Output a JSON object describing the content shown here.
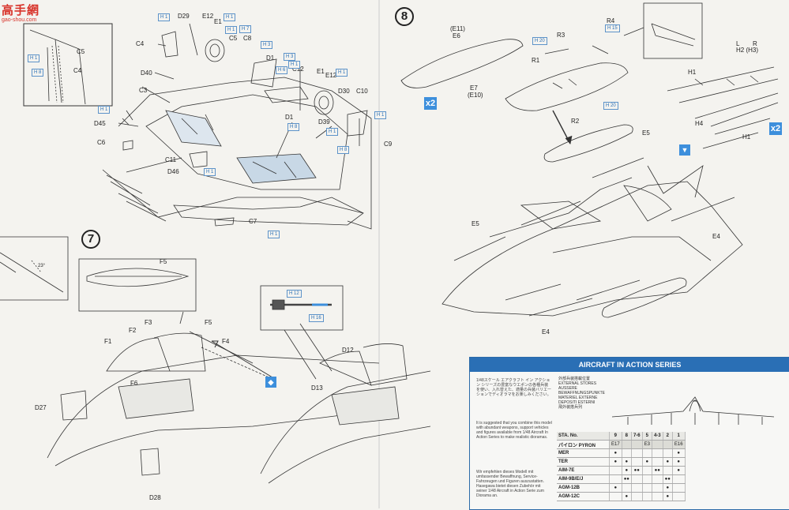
{
  "logo": {
    "text": "高手網",
    "url": "gao-shou.com"
  },
  "steps": [
    "7",
    "8"
  ],
  "labels": {
    "d29": "D29",
    "e12a": "E12",
    "e1a": "E1",
    "c5a": "C5",
    "c8": "C8",
    "c4a": "C4",
    "c5b": "C5",
    "c4b": "C4",
    "d40": "D40",
    "d1a": "D1",
    "c3": "C3",
    "c12": "C12",
    "e1b": "E1",
    "e12b": "E12",
    "d30": "D30",
    "c10": "C10",
    "d45": "D45",
    "d1b": "D1",
    "d39": "D39",
    "c6": "C6",
    "c9": "C9",
    "c11": "C11",
    "d46": "D46",
    "c7": "C7",
    "angle": "23°",
    "f5a": "F5",
    "f5b": "F5",
    "f2": "F2",
    "f3": "F3",
    "f1": "F1",
    "f4": "F4",
    "f6": "F6",
    "d27": "D27",
    "d28": "D28",
    "d12": "D12",
    "d13": "D13",
    "e11": "(E11)",
    "e6": "E6",
    "e7": "E7",
    "e10": "(E10)",
    "r3": "R3",
    "r4": "R4",
    "r1": "R1",
    "r2": "R2",
    "l": "L",
    "r": "R",
    "h2": "H2 (H3)",
    "h1a": "H1",
    "h1b": "H1",
    "h4": "H4",
    "e5a": "E5",
    "e5b": "E5",
    "e4a": "E4",
    "e4b": "E4"
  },
  "blue_tags": {
    "h1": "H 1",
    "h3": "H 3",
    "h8": "H 8",
    "h12": "H 12",
    "h15": "H 15",
    "h16": "H 16",
    "h20": "H 20",
    "h7": "H 7",
    "h6": "H 6"
  },
  "x2": "x2",
  "aia": {
    "title": "AIRCRAFT IN ACTION SERIES",
    "jp_text": "1/48スケール エアクラフト イン アクション シリーズの豊富なウエポンの各種兵装を使い、入れ替えた、適量の兵装バリエーションでディオラマをお楽しみください。",
    "stores_lines": [
      "外部兵装搭載位置",
      "EXTERNAL STORES",
      "AUSSERE",
      "BEWAFFNUNGSPUNKTE",
      "MATERIEL EXTERNE",
      "DEPOSITI ESTERNI",
      "飛外装搭兵列"
    ],
    "en_text": "It is suggested that you combine this model with abundant weapons, support vehicles and figures available from 1/48 Aircraft In Action Series to make realistic dioramas.",
    "de_text": "Wir empfehlen dieses Modell mit umfassender Bewaffnung, Service-Fahrzeugen und Figuren auszustatten. Hasegawa bietet diesen Zubehör mit seiner 1/48 Aircraft in Action Serie zum Diorama an.",
    "sta_label": "STA. No.",
    "stations": [
      "9",
      "8",
      "7-6",
      "5",
      "4-3",
      "2",
      "1"
    ],
    "rows": [
      {
        "name": "パイロン PYRON",
        "cells": [
          "E17",
          "",
          "",
          "E3",
          "",
          "",
          "E16"
        ]
      },
      {
        "name": "MER",
        "cells": [
          "●",
          "",
          "",
          "",
          "",
          "",
          "●"
        ]
      },
      {
        "name": "TER",
        "cells": [
          "●",
          "●",
          "",
          "●",
          "",
          "●",
          "●"
        ]
      },
      {
        "name": "AIM-7E",
        "cells": [
          "",
          "●",
          "●●",
          "",
          "●●",
          "",
          "●"
        ]
      },
      {
        "name": "AIM-9B/E/J",
        "cells": [
          "",
          "●●",
          "",
          "",
          "",
          "●●",
          ""
        ]
      },
      {
        "name": "AGM-12B",
        "cells": [
          "●",
          "",
          "",
          "",
          "",
          "●",
          ""
        ]
      },
      {
        "name": "AGM-12C",
        "cells": [
          "",
          "●",
          "",
          "",
          "",
          "●",
          ""
        ]
      }
    ]
  }
}
